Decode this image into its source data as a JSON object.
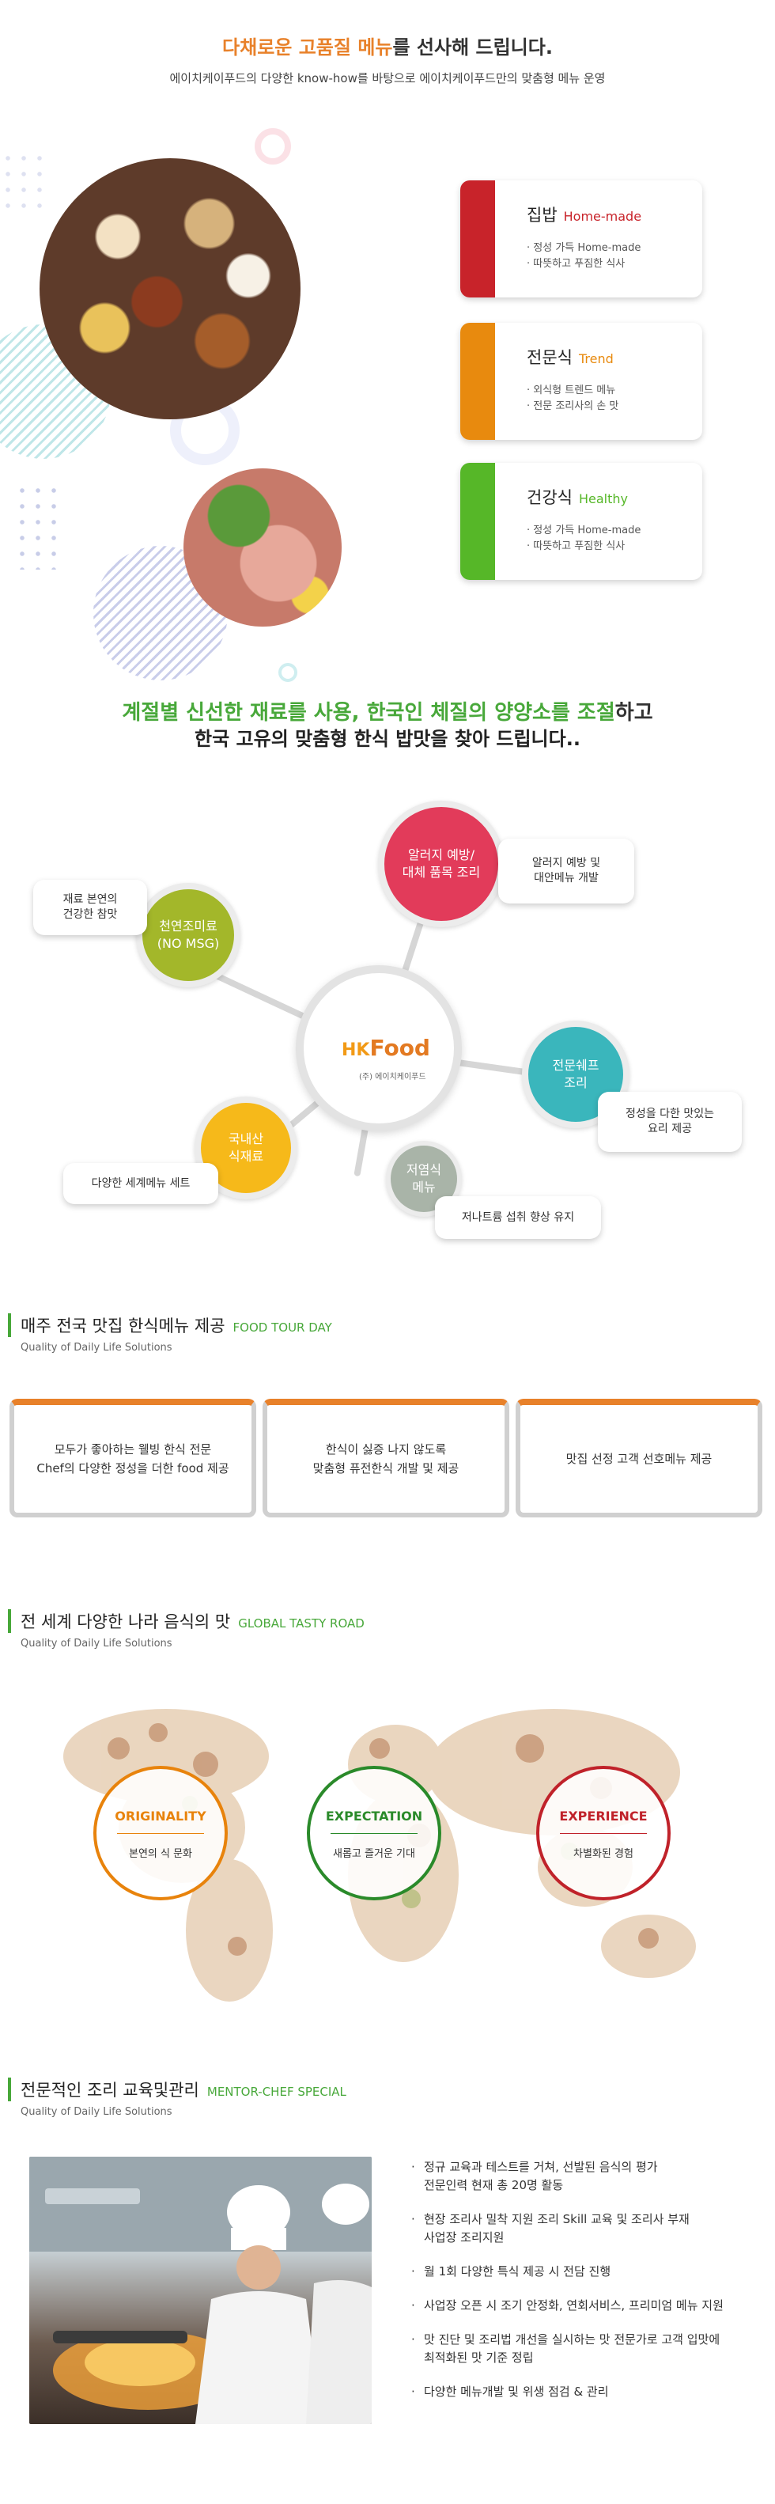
{
  "intro": {
    "title_highlight": "다채로운 고품질 메뉴",
    "title_rest": "를 선사해 드립니다.",
    "subtitle": "에이치케이푸드의 다양한 know-how를 바탕으로 에이치케이푸드만의 맞춤형 메뉴 운영"
  },
  "menu_cards": [
    {
      "name": "집밥",
      "en": "Home-made",
      "color": "#c8232a",
      "lines": [
        "· 정성 가득 Home-made",
        "· 따뜻하고 푸짐한 식사"
      ]
    },
    {
      "name": "전문식",
      "en": "Trend",
      "color": "#e88a0e",
      "lines": [
        "· 외식형 트렌드 메뉴",
        "· 전문 조리사의 손 맛"
      ]
    },
    {
      "name": "건강식",
      "en": "Healthy",
      "color": "#56b728",
      "lines": [
        "· 정성 가득 Home-made",
        "· 따뜻하고 푸짐한 식사"
      ]
    }
  ],
  "season": {
    "line1_green": "계절별 신선한 재료를 사용, 한국인 체질의 양양소를 조절",
    "line1_rest": "하고",
    "line2": "한국 고유의 맞춤형 한식 밥맛을 찾아 드립니다.."
  },
  "hub": {
    "logo_prefix": "HK",
    "logo_word": "Food",
    "logo_sub": "(주) 에이치케이푸드",
    "nodes": [
      {
        "label": "알러지 예방/\n대체 품목 조리",
        "color": "#e23b5a"
      },
      {
        "label": "천연조미료\n(NO MSG)",
        "color": "#a3b72a"
      },
      {
        "label": "전문쉐프\n조리",
        "color": "#3ab6bc"
      },
      {
        "label": "국내산\n식재료",
        "color": "#f6b91a"
      },
      {
        "label": "저염식\n메뉴",
        "color": "#a9b4a8"
      }
    ],
    "bubbles": [
      "알러지 예방 및\n대안메뉴 개발",
      "재료 본연의\n건강한 참맛",
      "정성을 다한 맛있는\n요리 제공",
      "다양한 세계메뉴 세트",
      "저나트륨 섭취 향상 유지"
    ]
  },
  "tour": {
    "title": "매주 전국 맛집 한식메뉴 제공",
    "en": "FOOD TOUR DAY",
    "sub": "Quality of Daily Life Solutions",
    "boxes": [
      "모두가 좋아하는 웰빙 한식 전문\nChef의 다양한 정성을 더한 food 제공",
      "한식이 싫증 나지 않도록\n맞춤형 퓨전한식 개발 및 제공",
      "맛집 선정 고객 선호메뉴 제공"
    ]
  },
  "global": {
    "title": "전 세계 다양한 나라 음식의 맛",
    "en": "GLOBAL TASTY ROAD",
    "sub": "Quality of Daily Life Solutions",
    "rings": [
      {
        "title": "ORIGINALITY",
        "desc": "본연의 식 문화",
        "color": "#e8830c"
      },
      {
        "title": "EXPECTATION",
        "desc": "새롭고 즐거운 기대",
        "color": "#2a8a2a"
      },
      {
        "title": "EXPERIENCE",
        "desc": "차별화된 경험",
        "color": "#c0222a"
      }
    ]
  },
  "mentor": {
    "title": "전문적인 조리 교육및관리",
    "en": "MENTOR-CHEF SPECIAL",
    "sub": "Quality of Daily Life Solutions",
    "items": [
      "정규 교육과 테스트를 거쳐, 선발된 음식의 평가\n전문인력 현재 총 20명 활동",
      "현장 조리사 밀착 지원 조리 Skill 교육 및 조리사 부재\n사업장 조리지원",
      "월 1회 다양한 특식 제공 시 전담 진행",
      "사업장 오픈 시 조기 안정화, 연회서비스, 프리미엄 메뉴 지원",
      "맛 진단 및 조리법 개선을 실시하는 맛 전문가로 고객 입맛에\n최적화된 맛 기준 정립",
      "다양한 메뉴개발 및 위생 점검 & 관리"
    ]
  }
}
